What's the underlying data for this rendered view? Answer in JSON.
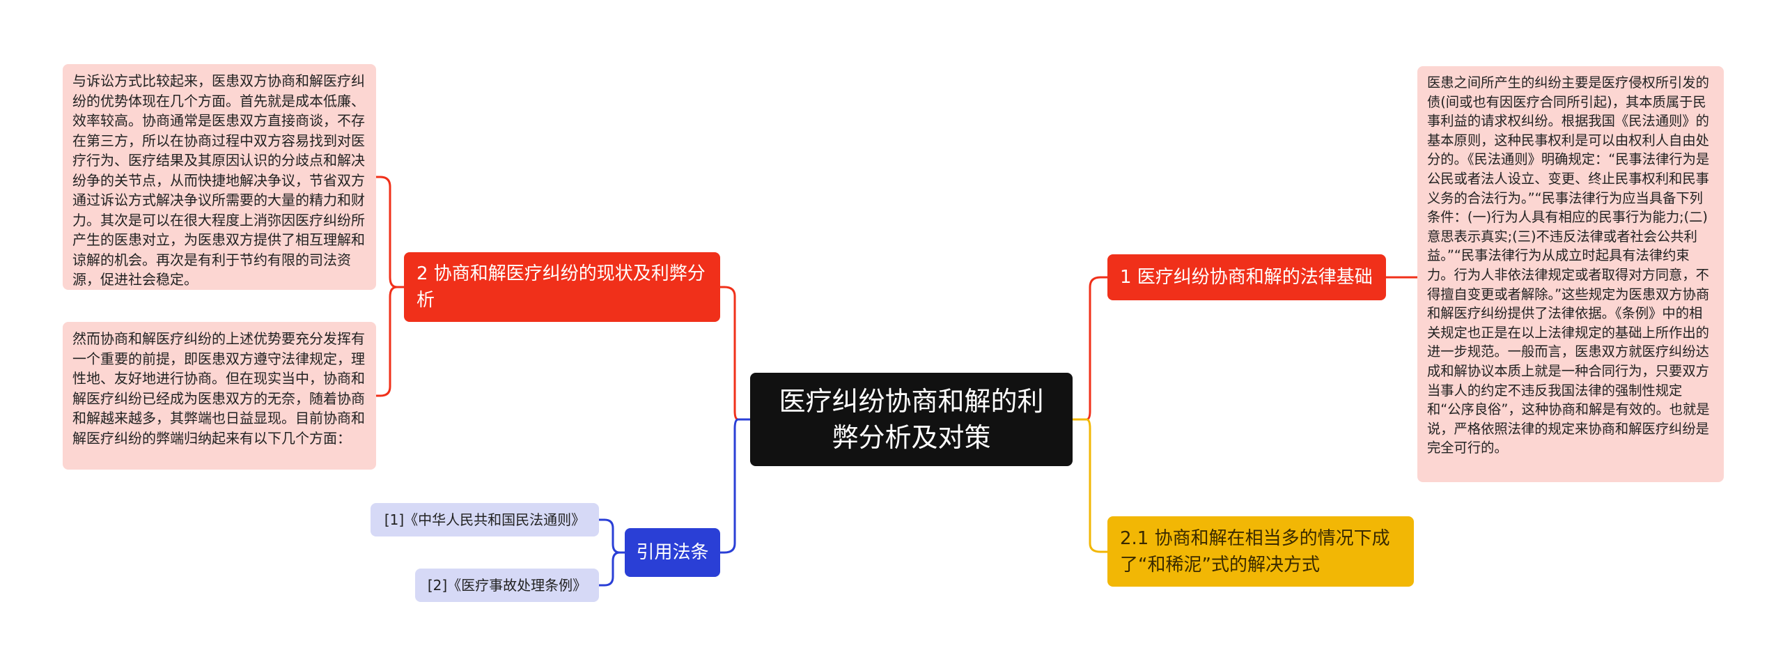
{
  "center": {
    "title": "医疗纠纷协商和解的利弊分析及对策"
  },
  "right": [
    {
      "label": "1 医疗纠纷协商和解的法律基础",
      "note": "医患之间所产生的纠纷主要是医疗侵权所引发的债(间或也有因医疗合同所引起)，其本质属于民事利益的请求权纠纷。根据我国《民法通则》的基本原则，这种民事权利是可以由权利人自由处分的。《民法通则》明确规定：“民事法律行为是公民或者法人设立、变更、终止民事权利和民事义务的合法行为。”“民事法律行为应当具备下列条件：(一)行为人具有相应的民事行为能力;(二)意思表示真实;(三)不违反法律或者社会公共利益。”“民事法律行为从成立时起具有法律约束力。行为人非依法律规定或者取得对方同意，不得擅自变更或者解除。”这些规定为医患双方协商和解医疗纠纷提供了法律依据。《条例》中的相关规定也正是在以上法律规定的基础上所作出的进一步规范。一般而言，医患双方就医疗纠纷达成和解协议本质上就是一种合同行为，只要双方当事人的约定不违反我国法律的强制性规定和“公序良俗”，这种协商和解是有效的。也就是说，严格依照法律的规定来协商和解医疗纠纷是完全可行的。"
    },
    {
      "label": "2.1 协商和解在相当多的情况下成了“和稀泥”式的解决方式"
    }
  ],
  "left": [
    {
      "label": "2 协商和解医疗纠纷的现状及利弊分析",
      "notes": [
        "与诉讼方式比较起来，医患双方协商和解医疗纠纷的优势体现在几个方面。首先就是成本低廉、效率较高。协商通常是医患双方直接商谈，不存在第三方，所以在协商过程中双方容易找到对医疗行为、医疗结果及其原因认识的分歧点和解决纷争的关节点，从而快捷地解决争议，节省双方通过诉讼方式解决争议所需要的大量的精力和财力。其次是可以在很大程度上消弥因医疗纠纷所产生的医患对立，为医患双方提供了相互理解和谅解的机会。再次是有利于节约有限的司法资源，促进社会稳定。",
        "然而协商和解医疗纠纷的上述优势要充分发挥有一个重要的前提，即医患双方遵守法律规定，理性地、友好地进行协商。但在现实当中，协商和解医疗纠纷已经成为医患双方的无奈，随着协商和解越来越多，其弊端也日益显现。目前协商和解医疗纠纷的弊端归纳起来有以下几个方面："
      ]
    },
    {
      "label": "引用法条",
      "refs": [
        "[1]《中华人民共和国民法通则》",
        "[2]《医疗事故处理条例》"
      ]
    }
  ],
  "colors": {
    "red": "#f0301a",
    "yellow": "#f2b705",
    "blue": "#2a3fd6",
    "center": "#111111"
  }
}
